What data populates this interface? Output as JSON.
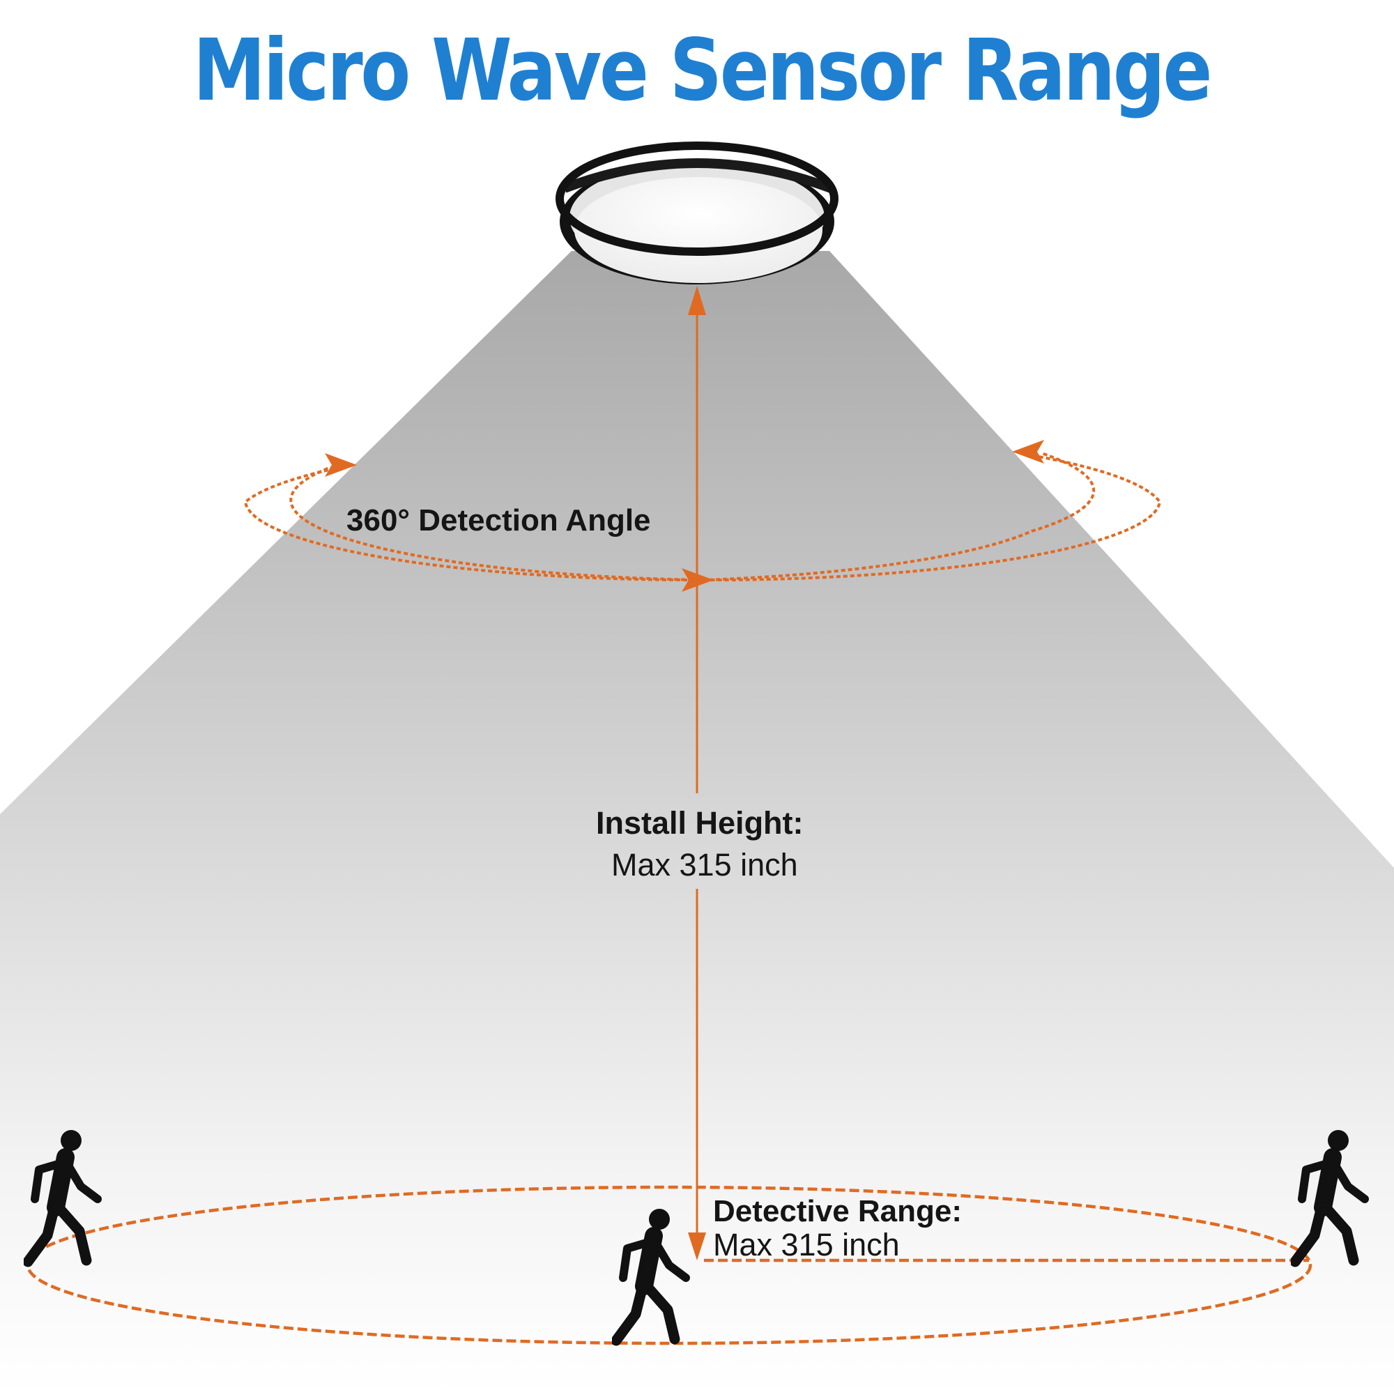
{
  "title": "Micro Wave Sensor Range",
  "labels": {
    "detection_angle": "360° Detection Angle",
    "install_height_title": "Install Height:",
    "install_height_value": "Max 315 inch",
    "detective_range_title": "Detective Range:",
    "detective_range_value": "Max 315 inch"
  },
  "colors": {
    "title": "#1f80d2",
    "annotation": "#e06a22",
    "beam_top": "#aaaaaa",
    "beam_bottom": "#ffffff",
    "figure": "#111111",
    "text": "#151515"
  },
  "icons": [
    "ceiling-light-icon",
    "walking-person-icon"
  ]
}
